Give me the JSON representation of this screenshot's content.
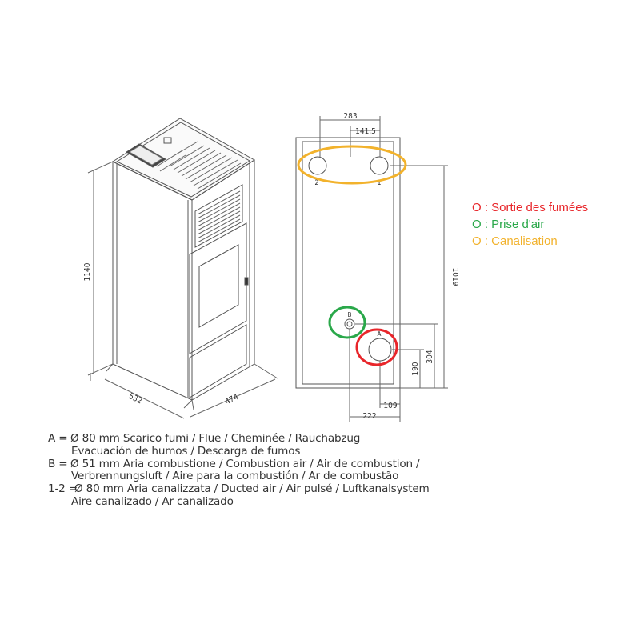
{
  "dimensions": {
    "height_total": "1140",
    "depth": "532",
    "width": "474",
    "outlets_span": "283",
    "outlet_offset": "141,5",
    "outlet_label_2": "2",
    "outlet_label_1": "1",
    "height_outlets": "1019",
    "air_intake_height": "304",
    "flue_height": "190",
    "flue_side_offset": "109",
    "air_intake_side_offset": "222",
    "outlet_label_a": "A",
    "outlet_label_b": "B"
  },
  "legend": {
    "items": [
      {
        "text": "O : Sortie des fumées",
        "color": "#e8262b"
      },
      {
        "text": "O : Prise d'air",
        "color": "#2aa84a"
      },
      {
        "text": "O : Canalisation",
        "color": "#f2b22c"
      }
    ]
  },
  "highlight_colors": {
    "flue": "#e8262b",
    "air": "#2aa84a",
    "ducted": "#f2b22c"
  },
  "notes": [
    {
      "key": "A =",
      "text": "Ø 80 mm  Scarico fumi / Flue / Cheminée / Rauchabzug",
      "continuation": "Evacuación de humos / Descarga de fumos"
    },
    {
      "key": "B =",
      "text": "Ø 51 mm  Aria combustione / Combustion air / Air de combustion /",
      "continuation": "Verbrennungsluft / Aire para la combustión / Ar de combustão"
    },
    {
      "key": "1-2 =",
      "text": "Ø 80 mm  Aria canalizzata / Ducted air / Air pulsé / Luftkanalsystem",
      "continuation": "Aire canalizado / Ar canalizado"
    }
  ]
}
